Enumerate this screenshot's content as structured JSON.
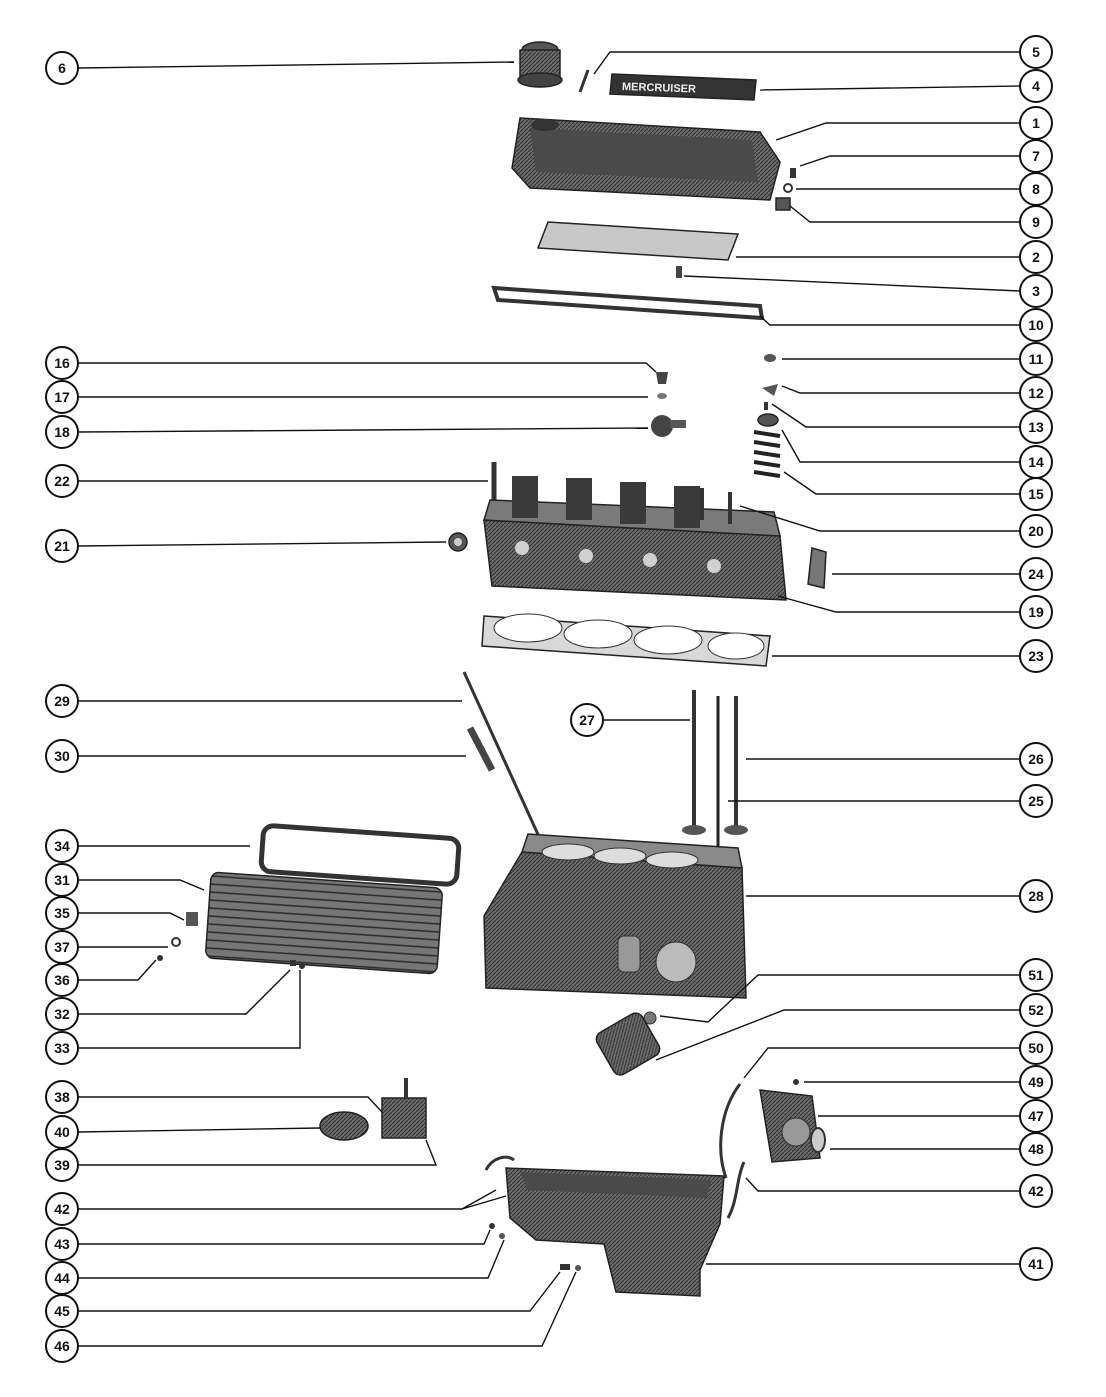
{
  "callouts_left": [
    "6",
    "16",
    "17",
    "18",
    "22",
    "21",
    "29",
    "30",
    "34",
    "31",
    "35",
    "37",
    "36",
    "32",
    "33",
    "38",
    "40",
    "39",
    "42",
    "43",
    "44",
    "45",
    "46"
  ],
  "callouts_right": [
    "5",
    "4",
    "1",
    "7",
    "8",
    "9",
    "2",
    "3",
    "10",
    "11",
    "12",
    "13",
    "14",
    "15",
    "20",
    "24",
    "19",
    "23",
    "26",
    "25",
    "28",
    "51",
    "52",
    "50",
    "49",
    "47",
    "48",
    "42",
    "41"
  ],
  "callouts_inline": [
    "27"
  ],
  "nameplate_text": "MERCRUISER",
  "colors": {
    "ink": "#111111",
    "part_fill": "#5a5a5a",
    "part_light": "#b8b8b8",
    "paper": "#ffffff"
  }
}
